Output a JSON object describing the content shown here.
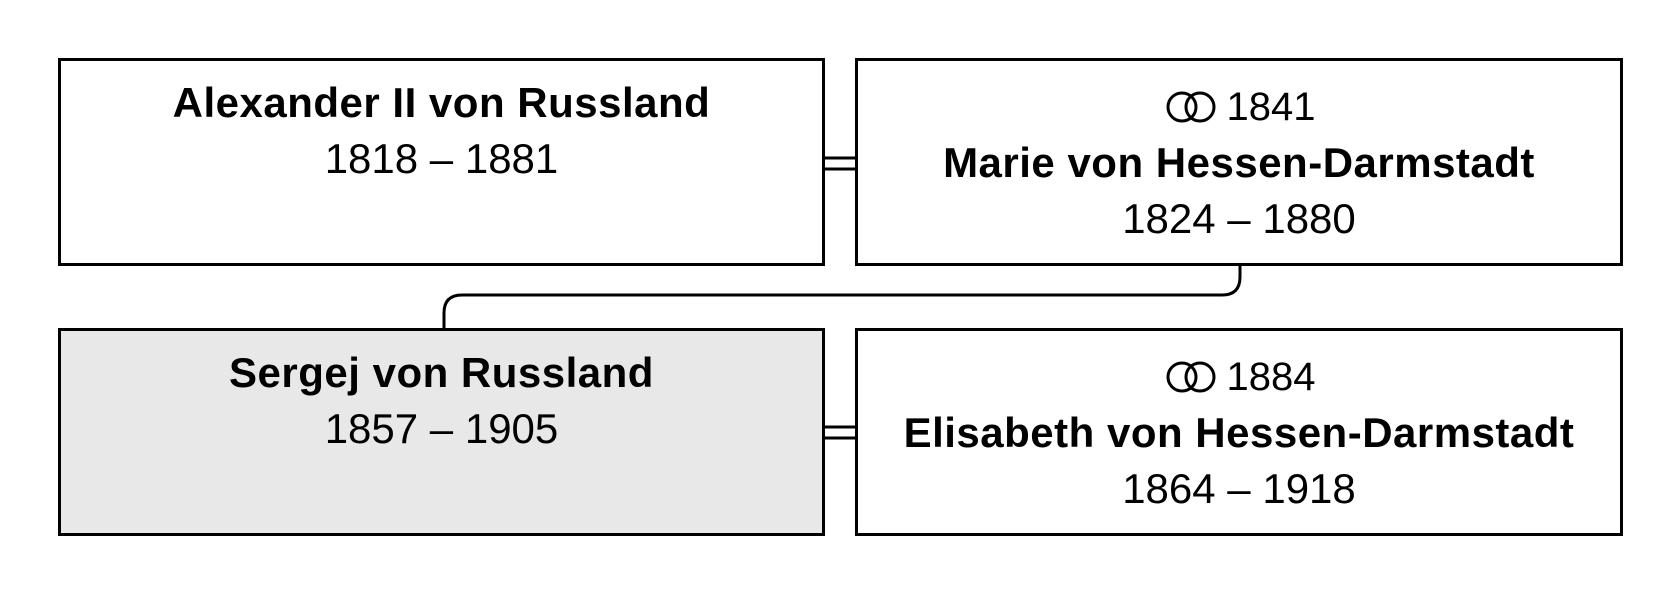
{
  "people": {
    "father": {
      "name": "Alexander II von Russland",
      "dates": "1818 – 1881"
    },
    "mother": {
      "marriage_year": "1841",
      "name": "Marie von Hessen-Darmstadt",
      "dates": "1824 – 1880"
    },
    "subject": {
      "name": "Sergej von Russland",
      "dates": "1857 – 1905"
    },
    "spouse": {
      "marriage_year": "1884",
      "name": "Elisabeth von Hessen-Darmstadt",
      "dates": "1864 – 1918"
    }
  },
  "icons": {
    "marriage": "wedding-rings-icon"
  },
  "colors": {
    "highlight_fill": "#e8e8e8",
    "border": "#000000"
  }
}
